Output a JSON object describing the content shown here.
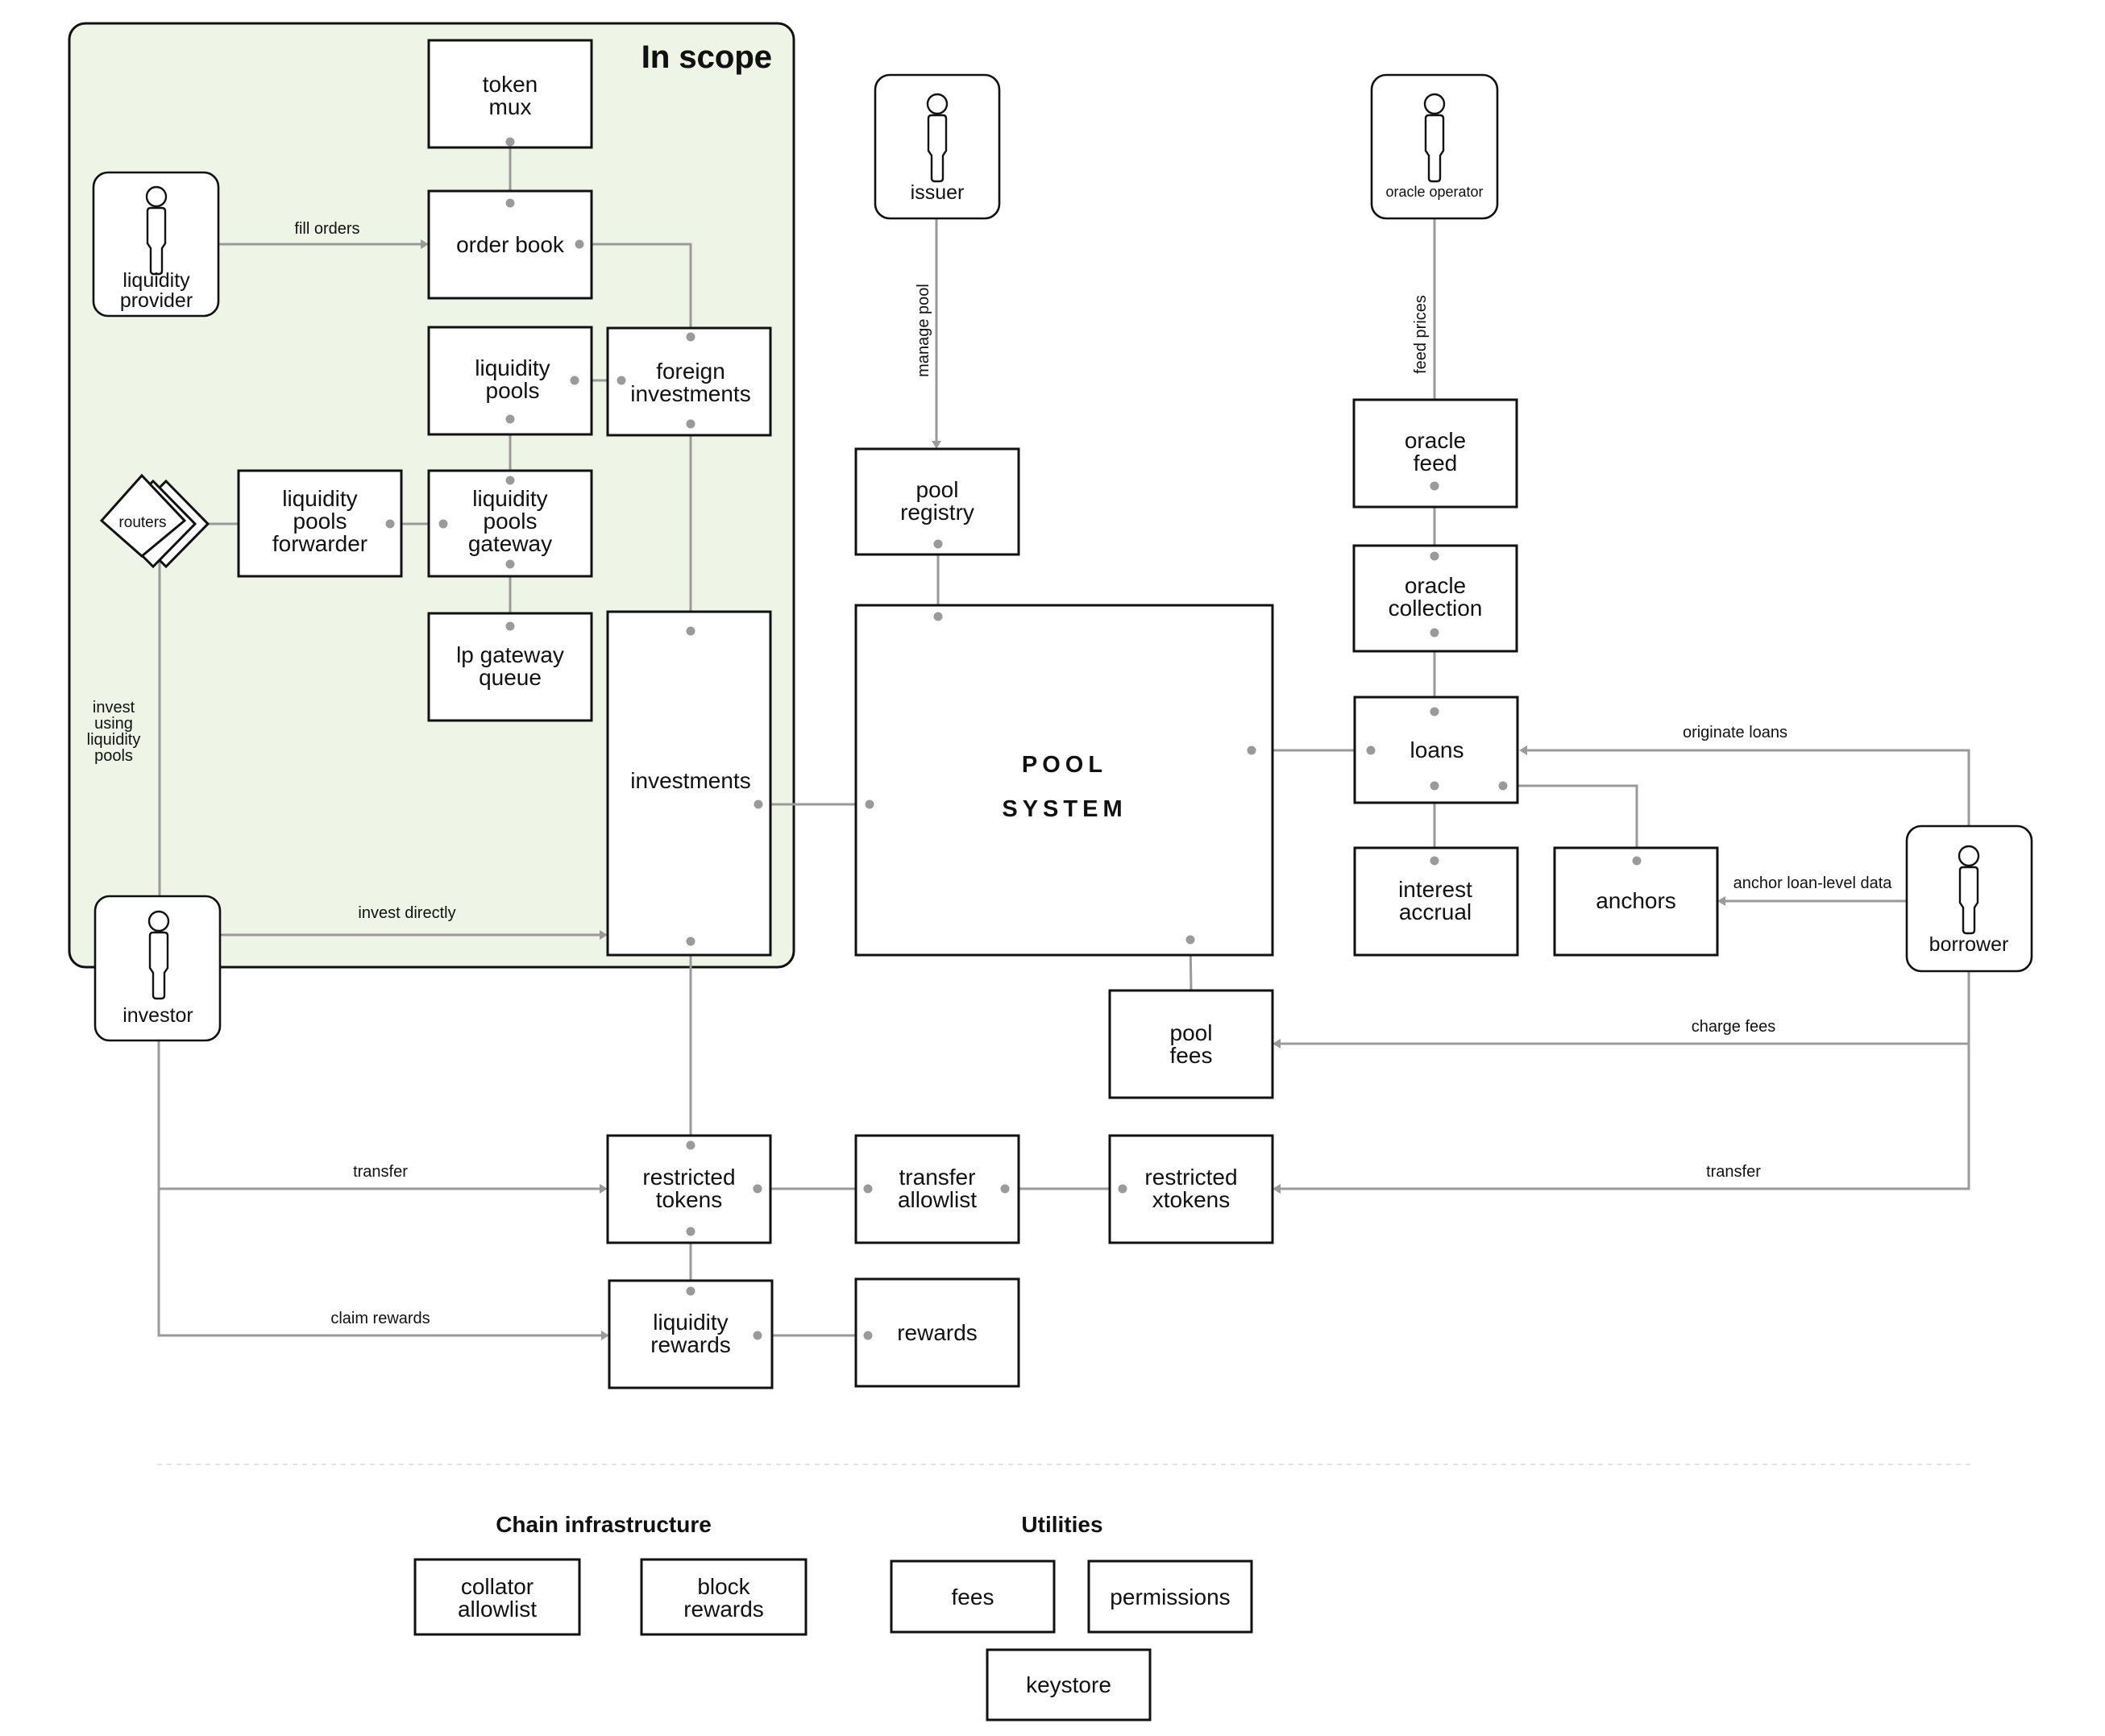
{
  "diagram": {
    "scope_title": "In scope",
    "colors": {
      "scope_fill": "#eef5e7",
      "connector": "#9a9a9a",
      "border": "#111111"
    },
    "actors": {
      "liquidity_provider": [
        "liquidity",
        "provider"
      ],
      "investor": [
        "investor"
      ],
      "issuer": [
        "issuer"
      ],
      "oracle_operator": [
        "oracle operator"
      ],
      "borrower": [
        "borrower"
      ]
    },
    "components": {
      "token_mux": [
        "token",
        "mux"
      ],
      "order_book": [
        "order book"
      ],
      "liquidity_pools": [
        "liquidity",
        "pools"
      ],
      "foreign_investments": [
        "foreign",
        "investments"
      ],
      "liquidity_pools_forwarder": [
        "liquidity",
        "pools",
        "forwarder"
      ],
      "liquidity_pools_gateway": [
        "liquidity",
        "pools",
        "gateway"
      ],
      "lp_gateway_queue": [
        "lp gateway",
        "queue"
      ],
      "investments": [
        "investments"
      ],
      "routers": "routers",
      "pool_registry": [
        "pool",
        "registry"
      ],
      "pool_system": [
        "POOL",
        "SYSTEM"
      ],
      "oracle_feed": [
        "oracle",
        "feed"
      ],
      "oracle_collection": [
        "oracle",
        "collection"
      ],
      "loans": [
        "loans"
      ],
      "interest_accrual": [
        "interest",
        "accrual"
      ],
      "anchors": [
        "anchors"
      ],
      "pool_fees": [
        "pool",
        "fees"
      ],
      "restricted_tokens": [
        "restricted",
        "tokens"
      ],
      "transfer_allowlist": [
        "transfer",
        "allowlist"
      ],
      "restricted_xtokens": [
        "restricted",
        "xtokens"
      ],
      "liquidity_rewards": [
        "liquidity",
        "rewards"
      ],
      "rewards": [
        "rewards"
      ]
    },
    "edge_labels": {
      "fill_orders": "fill orders",
      "invest_using_liquidity_pools": [
        "invest",
        "using",
        "liquidity",
        "pools"
      ],
      "invest_directly": "invest directly",
      "manage_pool": "manage pool",
      "feed_prices": "feed prices",
      "originate_loans": "originate loans",
      "anchor_loan_level_data": "anchor loan-level data",
      "charge_fees": "charge fees",
      "transfer_borrower": "transfer",
      "transfer_investor": "transfer",
      "claim_rewards": "claim rewards"
    },
    "legend": {
      "chain_infrastructure": {
        "title": "Chain infrastructure",
        "items": [
          [
            "collator",
            "allowlist"
          ],
          [
            "block",
            "rewards"
          ]
        ]
      },
      "utilities": {
        "title": "Utilities",
        "items": [
          [
            "fees"
          ],
          [
            "permissions"
          ],
          [
            "keystore"
          ]
        ]
      }
    }
  }
}
